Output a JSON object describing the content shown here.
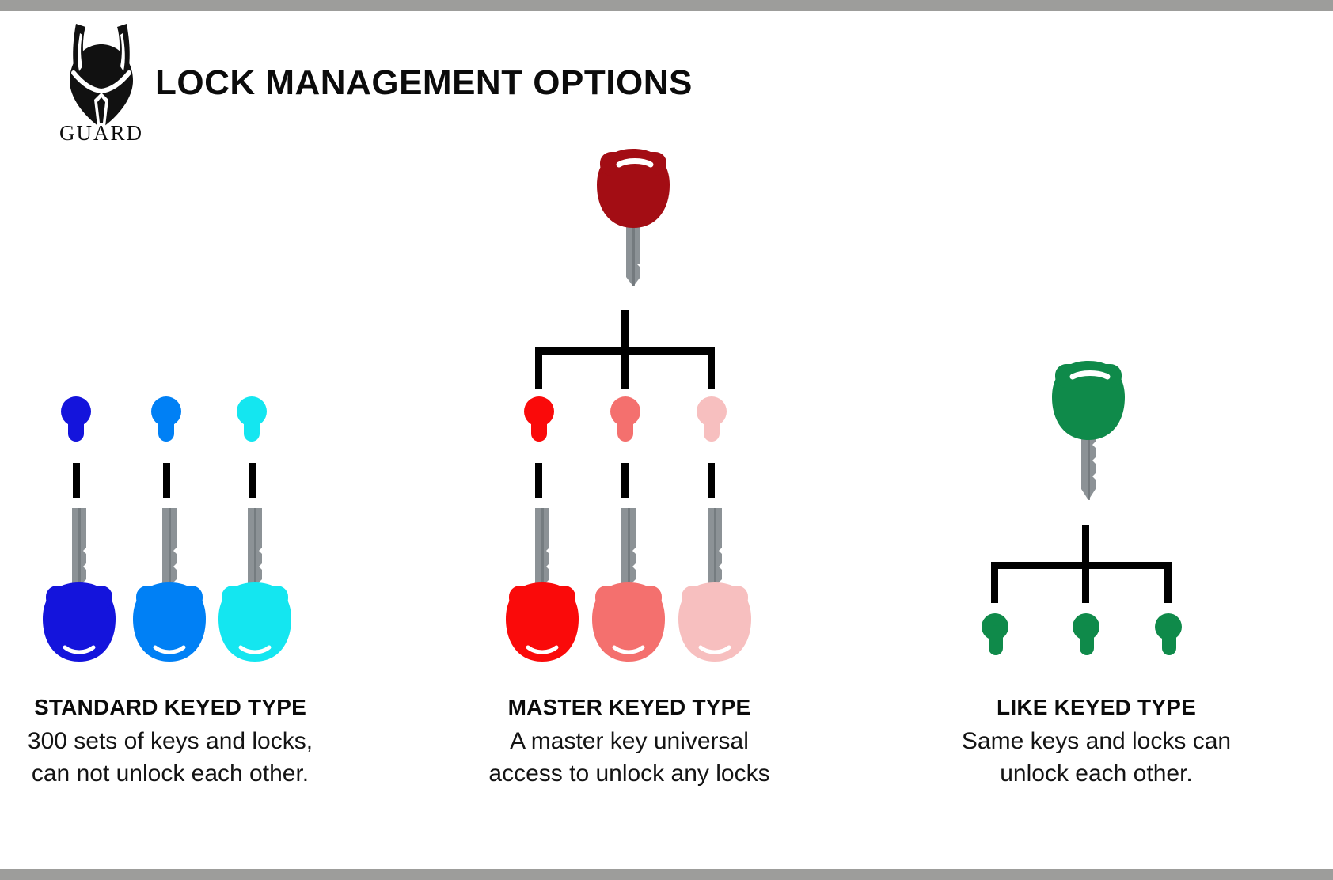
{
  "page": {
    "title": "LOCK MANAGEMENT OPTIONS",
    "brand": "GUARD",
    "bar_color": "#9d9d9b",
    "background": "#ffffff"
  },
  "columns": [
    {
      "id": "standard-keyed-type",
      "title": "STANDARD KEYED TYPE",
      "body_lines": [
        "300 sets of keys and locks,",
        "can not unlock each other."
      ],
      "master_key": null,
      "keys": [
        {
          "label": "blue-key",
          "color": "#1414dc"
        },
        {
          "label": "azure-key",
          "color": "#0080f5"
        },
        {
          "label": "cyan-key",
          "color": "#14e6f0"
        }
      ],
      "locks": [
        {
          "label": "blue-lock",
          "color": "#1414dc"
        },
        {
          "label": "azure-lock",
          "color": "#0080f5"
        },
        {
          "label": "cyan-lock",
          "color": "#14e6f0"
        }
      ],
      "has_bracket": false
    },
    {
      "id": "master-keyed-type",
      "title": "MASTER KEYED TYPE",
      "body_lines": [
        "A master key universal",
        "access to unlock any locks"
      ],
      "master_key": {
        "label": "master-key",
        "color": "#a30d14"
      },
      "keys": [
        {
          "label": "red-key",
          "color": "#fa0a0a"
        },
        {
          "label": "salmon-key",
          "color": "#f4706e"
        },
        {
          "label": "pink-key",
          "color": "#f7bfbf"
        }
      ],
      "locks": [
        {
          "label": "red-lock",
          "color": "#fa0a0a"
        },
        {
          "label": "salmon-lock",
          "color": "#f4706e"
        },
        {
          "label": "pink-lock",
          "color": "#f7bfbf"
        }
      ],
      "has_bracket": true
    },
    {
      "id": "like-keyed-type",
      "title": "LIKE KEYED TYPE",
      "body_lines": [
        "Same keys and locks can",
        "unlock each other."
      ],
      "master_key": {
        "label": "green-key",
        "color": "#0f8a4a"
      },
      "keys": [],
      "locks": [
        {
          "label": "green-lock-1",
          "color": "#0f8a4a"
        },
        {
          "label": "green-lock-2",
          "color": "#0f8a4a"
        },
        {
          "label": "green-lock-3",
          "color": "#0f8a4a"
        }
      ],
      "has_bracket": true
    }
  ],
  "colors": {
    "shaft": "#8c9296",
    "shaft_shadow": "#6e7478",
    "connector": "#000000",
    "slot_highlight": "#ffffff",
    "text": "#0b0b0b"
  }
}
